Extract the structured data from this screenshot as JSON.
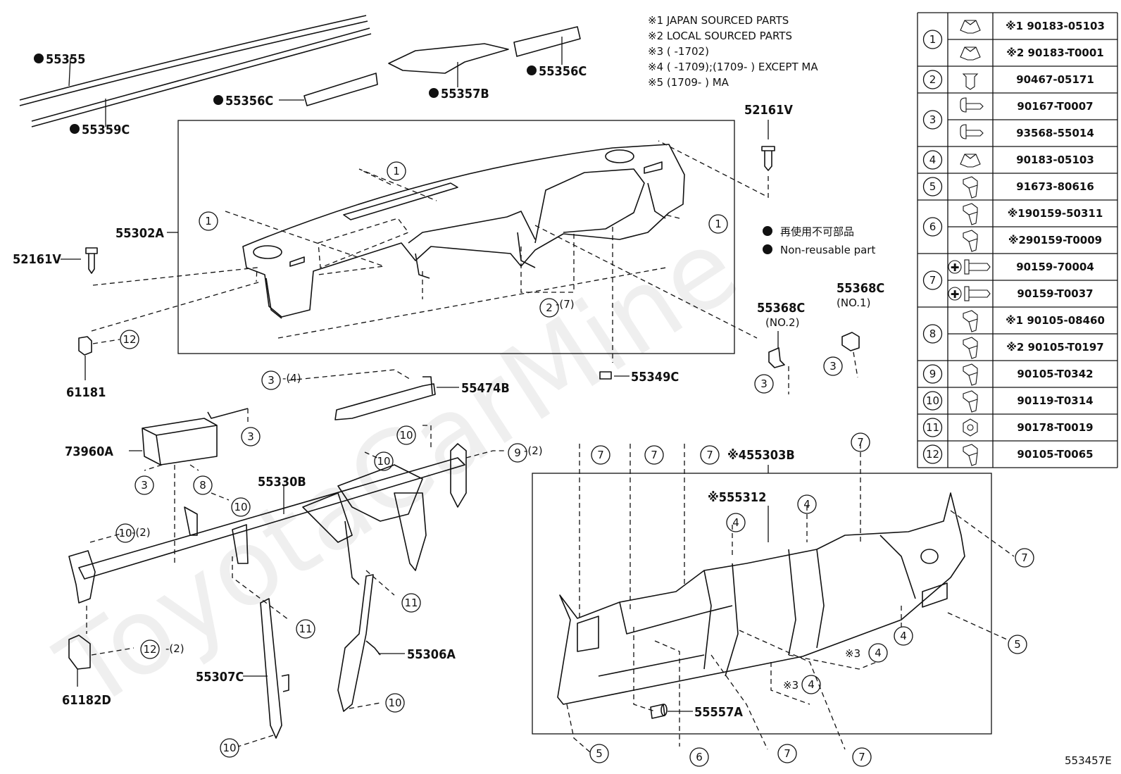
{
  "notes": {
    "n1": "※1  JAPAN SOURCED PARTS",
    "n2": "※2  LOCAL SOURCED PARTS",
    "n3": "※3  (       -1702)",
    "n4": "※4  (       -1709);(1709-        ) EXCEPT MA",
    "n5": "※5  (1709-        ) MA"
  },
  "legend": {
    "jp": "再使用不可部品",
    "en": "Non-reusable part"
  },
  "labels": {
    "p55355": "55355",
    "p55359C": "55359C",
    "p55356C_a": "55356C",
    "p55356C_b": "55356C",
    "p55357B": "55357B",
    "p52161V_r": "52161V",
    "p52161V_l": "52161V",
    "p55302A": "55302A",
    "p55368C_2": "55368C",
    "p55368C_2_sub": "(NO.2)",
    "p55368C_1": "55368C",
    "p55368C_1_sub": "(NO.1)",
    "p55349C": "55349C",
    "p55474B": "55474B",
    "p61181": "61181",
    "p73960A": "73960A",
    "p55330B": "55330B",
    "p55303B": "※455303B",
    "p55312": "※555312",
    "p55306A": "55306A",
    "p55307C": "55307C",
    "p61182D": "61182D",
    "p55557A": "55557A",
    "x3a": "※3",
    "x3b": "※3",
    "ref_2_7": "-(7)",
    "ref_3_4": "-(4)",
    "ref_9_2": "-(2)",
    "ref_10_2": "-(2)",
    "ref_12_2": "-(2)"
  },
  "callouts": [
    "1",
    "2",
    "3",
    "4",
    "5",
    "6",
    "7",
    "8",
    "9",
    "10",
    "11",
    "12"
  ],
  "parts_table": [
    {
      "ref": "1",
      "icon": "clip-nut-icon",
      "parts": [
        "※1  90183-05103",
        "※2  90183-T0001"
      ]
    },
    {
      "ref": "2",
      "icon": "push-clip-icon",
      "parts": [
        "90467-05171"
      ]
    },
    {
      "ref": "3",
      "icon": "screw-icon",
      "parts": [
        "90167-T0007",
        "93568-55014"
      ]
    },
    {
      "ref": "4",
      "icon": "clip-nut-icon",
      "parts": [
        "90183-05103"
      ]
    },
    {
      "ref": "5",
      "icon": "bolt-icon",
      "parts": [
        "91673-80616"
      ]
    },
    {
      "ref": "6",
      "icon": "bolt-icon",
      "parts": [
        "※190159-50311",
        "※290159-T0009"
      ]
    },
    {
      "ref": "7",
      "icon": "washer-screw-icon",
      "parts": [
        "90159-70004",
        "90159-T0037"
      ]
    },
    {
      "ref": "8",
      "icon": "bolt-icon",
      "parts": [
        "※1  90105-08460",
        "※2  90105-T0197"
      ]
    },
    {
      "ref": "9",
      "icon": "bolt-icon",
      "parts": [
        "90105-T0342"
      ]
    },
    {
      "ref": "10",
      "icon": "bolt-icon",
      "parts": [
        "90119-T0314"
      ]
    },
    {
      "ref": "11",
      "icon": "nut-icon",
      "parts": [
        "90178-T0019"
      ]
    },
    {
      "ref": "12",
      "icon": "bolt-icon",
      "parts": [
        "90105-T0065"
      ]
    }
  ],
  "watermark": "ToyotaCarMine",
  "diagram_id": "553457E"
}
